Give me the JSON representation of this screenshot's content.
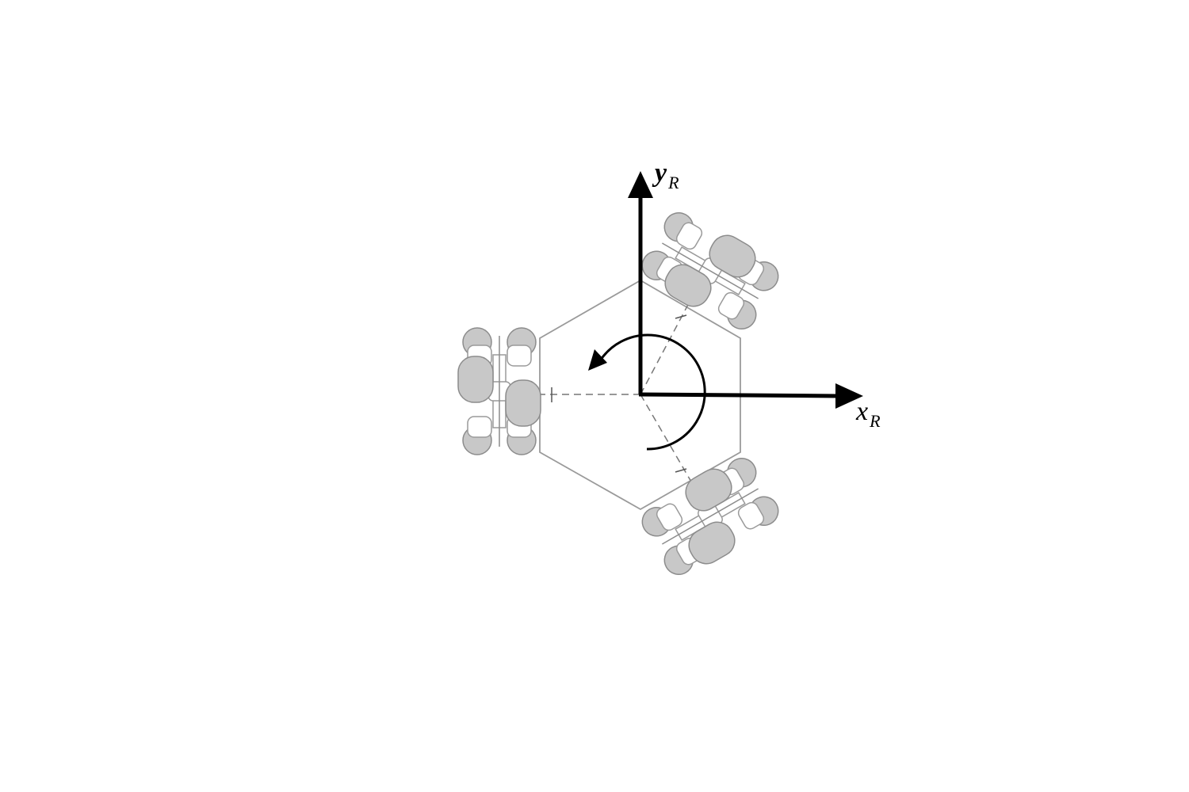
{
  "figure": {
    "description_type": "three-wheeled omnidirectional robot, top view",
    "colors": {
      "axis": "#000000",
      "chassis_outline": "#9a9a9a",
      "roller_fill": "#c8c8c8",
      "roller_stroke": "#8c8c8c",
      "hub_fill": "#ffffff",
      "dashed_line": "#777777"
    }
  },
  "axes": {
    "x": {
      "symbol": "x",
      "subscript": "R"
    },
    "y": {
      "symbol": "y",
      "subscript": "R"
    }
  },
  "wheels": [
    {
      "id": "wheel-left",
      "angle_deg": 180
    },
    {
      "id": "wheel-top-right",
      "angle_deg": 60
    },
    {
      "id": "wheel-bottom-right",
      "angle_deg": -60
    }
  ],
  "rotation": {
    "direction": "counter-clockwise"
  }
}
